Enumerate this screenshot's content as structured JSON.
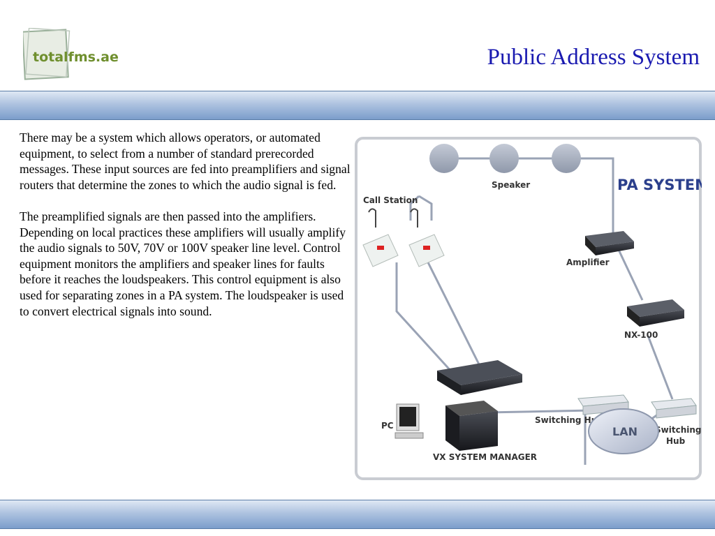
{
  "header": {
    "logo_text": "totalfms.ae",
    "title": "Public Address System"
  },
  "body": {
    "paragraph_1": "There may be a system which allows operators, or automated equipment, to select from a number of standard prerecorded messages. These input sources are fed into preamplifiers and signal routers that determine the zones to which the audio signal is fed.",
    "paragraph_2": "The preamplified signals are then passed into the amplifiers. Depending on local practices these amplifiers will usually amplify the audio signals to 50V, 70V or 100V speaker line level. Control equipment monitors the amplifiers and speaker lines for faults before it reaches the loudspeakers. This control equipment is also used for separating zones in a PA system. The loudspeaker is used to convert electrical signals into sound."
  },
  "diagram": {
    "title": "PA SYSTEM",
    "labels": {
      "speaker": "Speaker",
      "call_station": "Call Station",
      "amplifier": "Amplifier",
      "nx100": "NX-100",
      "pc": "PC",
      "switching_hub_left": "Switching Hub",
      "lan": "LAN",
      "switching_hub_right_1": "Switching",
      "switching_hub_right_2": "Hub",
      "vx_manager": "VX SYSTEM MANAGER"
    }
  }
}
